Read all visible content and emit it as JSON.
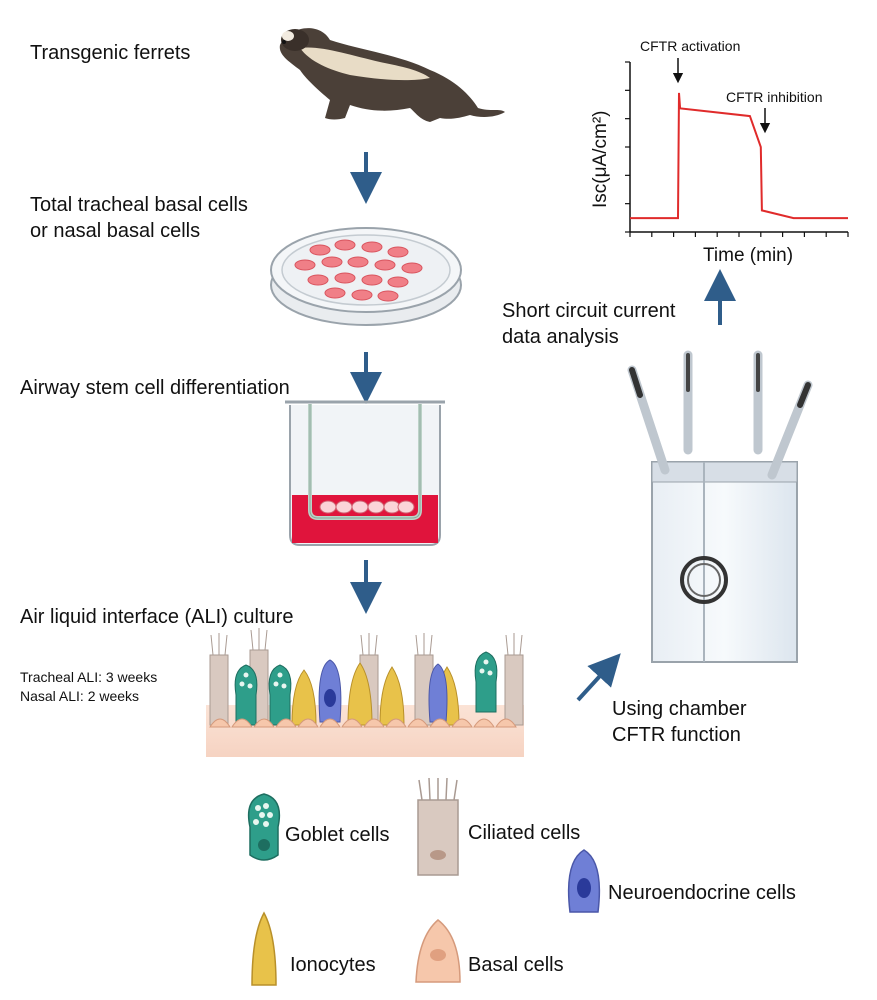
{
  "steps": {
    "ferrets": "Transgenic ferrets",
    "basal_line1": "Total tracheal basal cells",
    "basal_line2": "or nasal basal cells",
    "differentiation": "Airway stem cell differentiation",
    "ali": "Air liquid interface (ALI) culture",
    "tracheal_ali": "Tracheal ALI: 3 weeks",
    "nasal_ali": "Nasal ALI: 2 weeks",
    "ussing_line1": "Using chamber",
    "ussing_line2": "CFTR function",
    "analysis_line1": "Short circuit current",
    "analysis_line2": "data analysis"
  },
  "legend": {
    "goblet": "Goblet cells",
    "ciliated": "Ciliated cells",
    "neuroendocrine": "Neuroendocrine cells",
    "ionocytes": "Ionocytes",
    "basal": "Basal cells"
  },
  "chart_data": {
    "type": "line",
    "ylabel": "Isc(μA/cm²)",
    "xlabel": "Time (min)",
    "annotations": [
      "CFTR activation",
      "CFTR inhibition"
    ],
    "series": [
      {
        "x": [
          0,
          2.2,
          2.25,
          2.3,
          5.5,
          6.0,
          6.05,
          7.5,
          10
        ],
        "y": [
          0.9,
          0.9,
          9.0,
          8.0,
          7.5,
          5.5,
          1.4,
          0.9,
          0.9
        ]
      }
    ],
    "xlim": [
      0,
      10
    ],
    "ylim": [
      0,
      11
    ]
  },
  "colors": {
    "arrow": "#2f5d8a",
    "trace": "#e02b2b",
    "goblet": "#2e9e8a",
    "ionocyte": "#e8c24a",
    "neuroendocrine": "#6f7fd6",
    "ciliated": "#d9c9c0",
    "basal": "#f6c7ab",
    "medium": "#e0143c"
  }
}
